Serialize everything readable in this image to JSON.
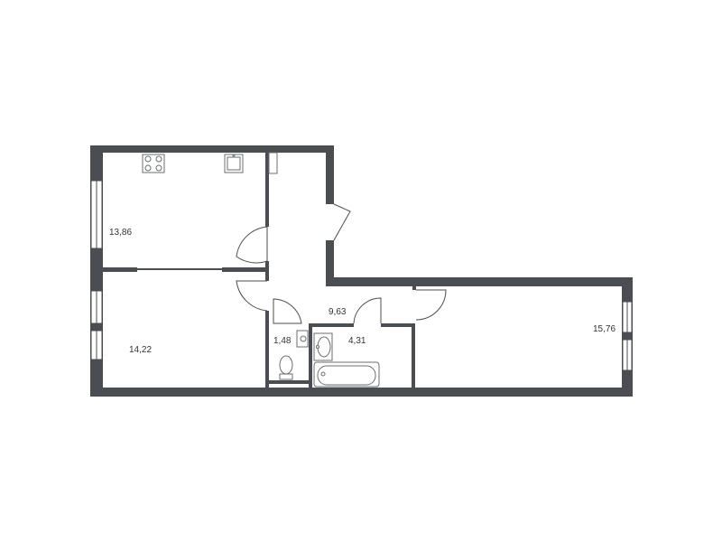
{
  "rooms": [
    {
      "area": "13,86"
    },
    {
      "area": "14,22"
    },
    {
      "area": "9,63"
    },
    {
      "area": "1,48"
    },
    {
      "area": "4,31"
    },
    {
      "area": "15,76"
    }
  ],
  "colors": {
    "wall": "#4a4d52",
    "background": "#ffffff"
  }
}
